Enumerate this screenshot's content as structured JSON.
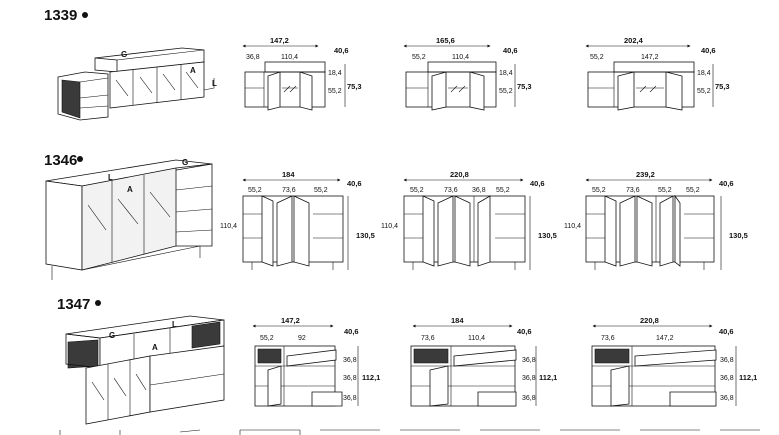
{
  "models": [
    {
      "code": "1339",
      "perspective_labels": [
        "G",
        "A",
        "L"
      ],
      "variants": [
        {
          "width": "147,2",
          "sub": [
            "36,8",
            "110,4"
          ],
          "depth": "40,6",
          "heights": [
            "18,4",
            "55,2"
          ],
          "total": "75,3"
        },
        {
          "width": "165,6",
          "sub": [
            "55,2",
            "110,4"
          ],
          "depth": "40,6",
          "heights": [
            "18,4",
            "55,2"
          ],
          "total": "75,3"
        },
        {
          "width": "202,4",
          "sub": [
            "55,2",
            "147,2"
          ],
          "depth": "40,6",
          "heights": [
            "18,4",
            "55,2"
          ],
          "total": "75,3"
        }
      ]
    },
    {
      "code": "1346",
      "perspective_labels": [
        "L",
        "A",
        "G"
      ],
      "variants": [
        {
          "width": "184",
          "sub": [
            "55,2",
            "73,6",
            "55,2"
          ],
          "depth": "40,6",
          "left_height": "110,4",
          "total": "130,5"
        },
        {
          "width": "220,8",
          "sub": [
            "55,2",
            "73,6",
            "36,8",
            "55,2"
          ],
          "depth": "40,6",
          "left_height": "110,4",
          "total": "130,5"
        },
        {
          "width": "239,2",
          "sub": [
            "55,2",
            "73,6",
            "55,2",
            "55,2"
          ],
          "depth": "40,6",
          "left_height": "110,4",
          "total": "130,5"
        }
      ]
    },
    {
      "code": "1347",
      "perspective_labels": [
        "G",
        "L",
        "A"
      ],
      "variants": [
        {
          "width": "147,2",
          "sub": [
            "55,2",
            "92"
          ],
          "depth": "40,6",
          "heights": [
            "36,8",
            "36,8",
            "36,8"
          ],
          "total": "112,1"
        },
        {
          "width": "184",
          "sub": [
            "73,6",
            "110,4"
          ],
          "depth": "40,6",
          "heights": [
            "36,8",
            "36,8",
            "36,8"
          ],
          "total": "112,1"
        },
        {
          "width": "220,8",
          "sub": [
            "73,6",
            "147,2"
          ],
          "depth": "40,6",
          "heights": [
            "36,8",
            "36,8",
            "36,8"
          ],
          "total": "112,1"
        }
      ]
    }
  ]
}
